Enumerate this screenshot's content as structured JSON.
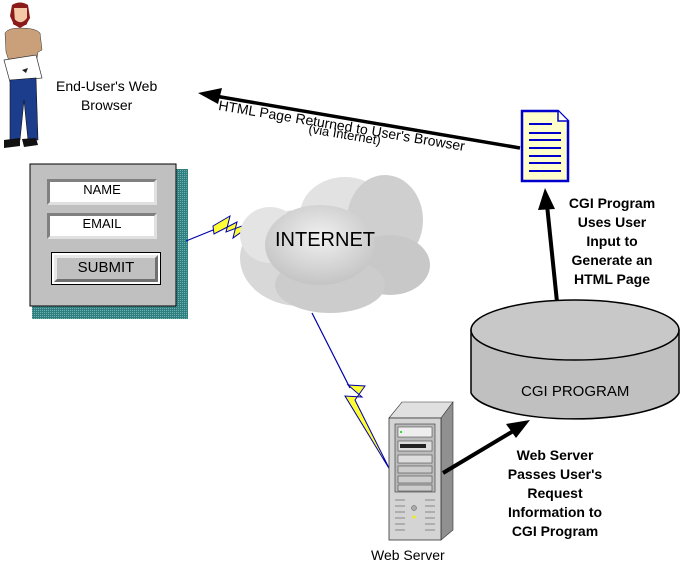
{
  "diagram": {
    "user": {
      "label_line1": "End-User's Web",
      "label_line2": "Browser"
    },
    "form": {
      "name_field": "NAME",
      "email_field": "EMAIL",
      "submit_button": "SUBMIT"
    },
    "internet": {
      "label": "INTERNET"
    },
    "return_arrow": {
      "label_line1": "HTML Page Returned to User's Browser",
      "label_line2": "(via Internet)"
    },
    "cgi_generate": {
      "lines": [
        "CGI Program",
        "Uses User",
        "Input to",
        "Generate an",
        "HTML Page"
      ]
    },
    "cgi_program": {
      "label": "CGI PROGRAM"
    },
    "server_pass": {
      "lines": [
        "Web Server",
        "Passes User's",
        "Request",
        "Information to",
        "CGI Program"
      ]
    },
    "web_server": {
      "label": "Web Server"
    }
  },
  "colors": {
    "form_gray": "#c0c0c0",
    "shadow_teal": "#3a8a8a",
    "lightning_yellow": "#ffff33",
    "lightning_outline": "#0000aa",
    "document_blue": "#0000cc",
    "document_fill": "#ffffcc",
    "cylinder_gray": "#c0c0c0"
  }
}
